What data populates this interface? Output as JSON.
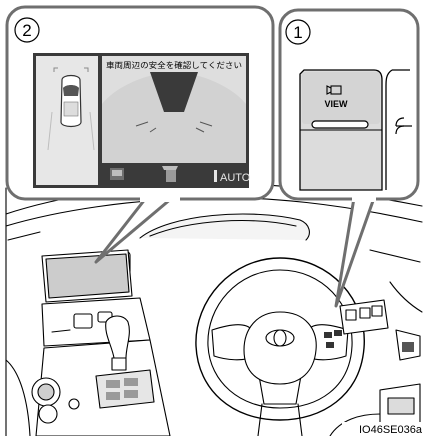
{
  "callouts": {
    "screen_number": "2",
    "button_number": "1"
  },
  "display": {
    "warning_text": "車両周辺の安全を確認してください",
    "auto_label": "AUTO"
  },
  "view_button": {
    "label": "VIEW",
    "icon": "camera-icon"
  },
  "figure_code": "IO46SE036a",
  "colors": {
    "frame_gray": "#6f6f6f",
    "screen_dark": "#3a3a3a",
    "screen_bg": "#cccccc",
    "button_panel": "#dcdcdc"
  }
}
